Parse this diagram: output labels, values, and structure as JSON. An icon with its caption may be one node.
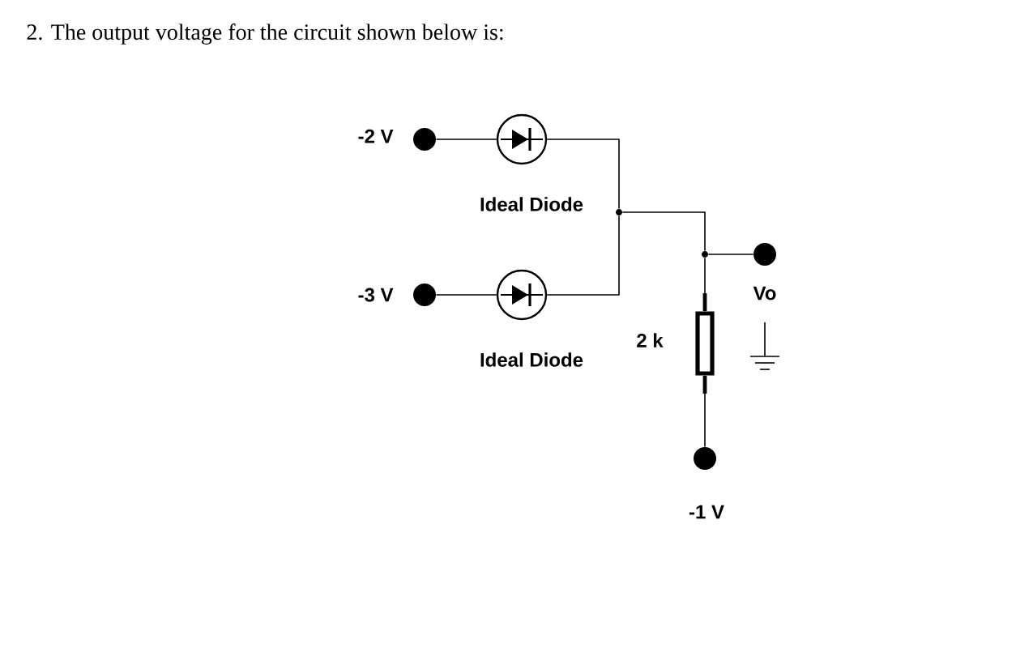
{
  "diagram": {
    "title": "2. The output voltage for the circuit shown below is:",
    "nodes": [
      {
        "text": [],
        "shape": "circle",
        "beside": [
          "-2 V"
        ]
      },
      {
        "text": [],
        "shape": "circle",
        "beside": [
          "Ideal Diode"
        ]
      },
      {
        "text": [],
        "shape": "circle",
        "beside": [
          "-3 V"
        ]
      },
      {
        "text": [],
        "shape": "circle",
        "beside": [
          "Ideal Diode"
        ]
      },
      {
        "text": [],
        "shape": "circle"
      },
      {
        "text": [],
        "shape": "circle"
      },
      {
        "text": [],
        "shape": "circle",
        "beside": [
          "Vo"
        ]
      },
      {
        "text": [],
        "shape": "box",
        "beside": [
          "2 k"
        ]
      },
      {
        "text": [],
        "shape": "circle",
        "beside": [
          "-1 V"
        ]
      }
    ],
    "edges": [
      {
        "from": 0,
        "to": 1,
        "arrow": "none"
      },
      {
        "from": 1,
        "to": 4,
        "arrow": "none"
      },
      {
        "from": 2,
        "to": 3,
        "arrow": "none"
      },
      {
        "from": 3,
        "to": 4,
        "arrow": "none"
      },
      {
        "from": 4,
        "to": 5,
        "arrow": "none"
      },
      {
        "from": 5,
        "to": 6,
        "arrow": "none"
      },
      {
        "from": 5,
        "to": 7,
        "arrow": "none"
      },
      {
        "from": 7,
        "to": 8,
        "arrow": "none"
      }
    ]
  }
}
